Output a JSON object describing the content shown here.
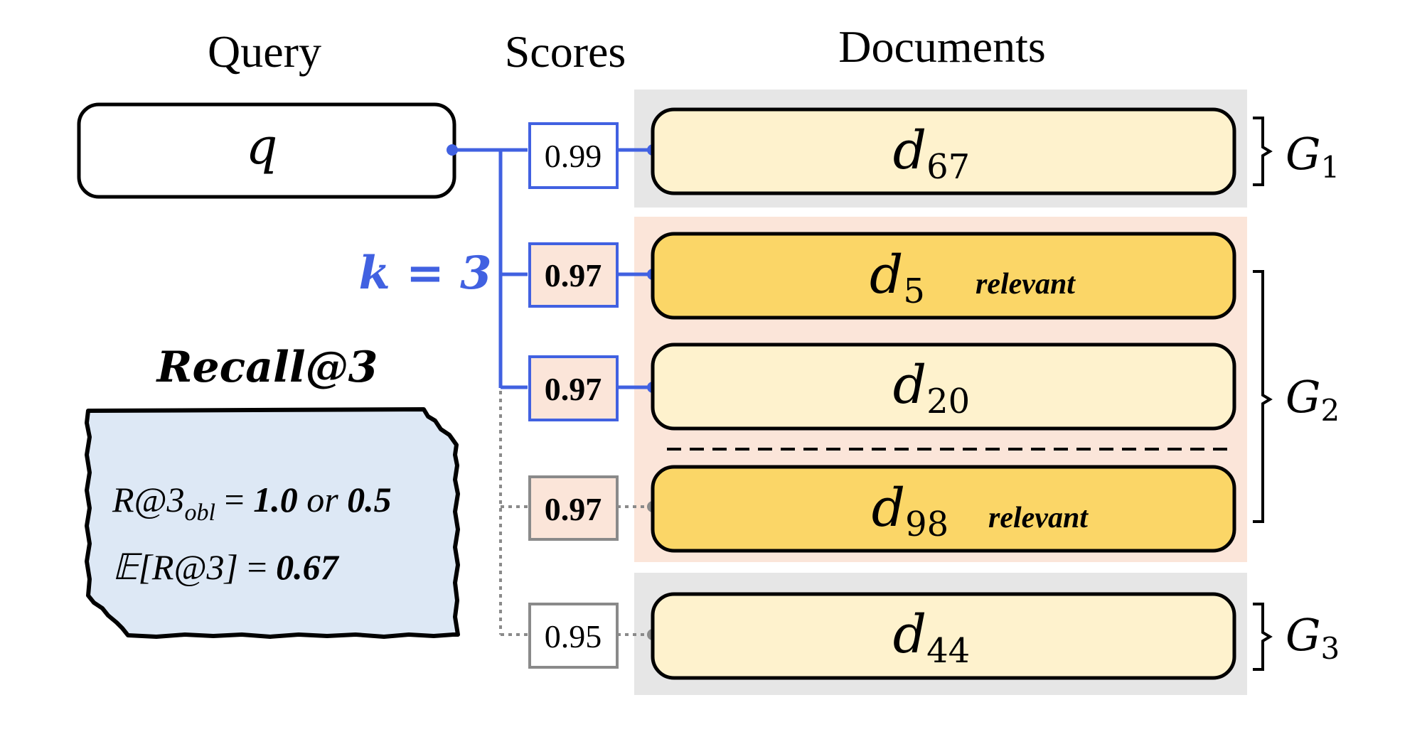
{
  "headers": {
    "query": "Query",
    "scores": "Scores",
    "documents": "Documents"
  },
  "query": {
    "symbol": "q"
  },
  "k_label": "k = 3",
  "scores": [
    {
      "value": "0.99",
      "within_top_k": true,
      "tied": false
    },
    {
      "value": "0.97",
      "within_top_k": true,
      "tied": true
    },
    {
      "value": "0.97",
      "within_top_k": true,
      "tied": true
    },
    {
      "value": "0.97",
      "within_top_k": false,
      "tied": true
    },
    {
      "value": "0.95",
      "within_top_k": false,
      "tied": false
    }
  ],
  "documents": [
    {
      "base": "d",
      "sub": "67",
      "relevant": false
    },
    {
      "base": "d",
      "sub": "5",
      "relevant": true,
      "tag": "relevant"
    },
    {
      "base": "d",
      "sub": "20",
      "relevant": false
    },
    {
      "base": "d",
      "sub": "98",
      "relevant": true,
      "tag": "relevant"
    },
    {
      "base": "d",
      "sub": "44",
      "relevant": false
    }
  ],
  "groups": [
    {
      "base": "G",
      "sub": "1"
    },
    {
      "base": "G",
      "sub": "2"
    },
    {
      "base": "G",
      "sub": "3"
    }
  ],
  "metric": {
    "title": "Recall@3",
    "line1": {
      "lhs_base": "R@3",
      "lhs_sub": "obl",
      "eq": " = ",
      "v1": "1.0",
      "or": " or ",
      "v2": "0.5"
    },
    "line2": {
      "lhs": "𝔼[R@3]",
      "eq": " = ",
      "value": "0.67"
    }
  },
  "colors": {
    "accent_blue": "#4161e1",
    "gray_line": "#8a8a8a",
    "doc_fill_light": "#fef2cd",
    "doc_fill_relevant": "#fbd667",
    "group_fill_gray": "#e6e6e6",
    "group_fill_peach": "#fbe5d9",
    "tie_score_fill": "#fbe5d9",
    "metric_fill": "#dde8f5"
  }
}
